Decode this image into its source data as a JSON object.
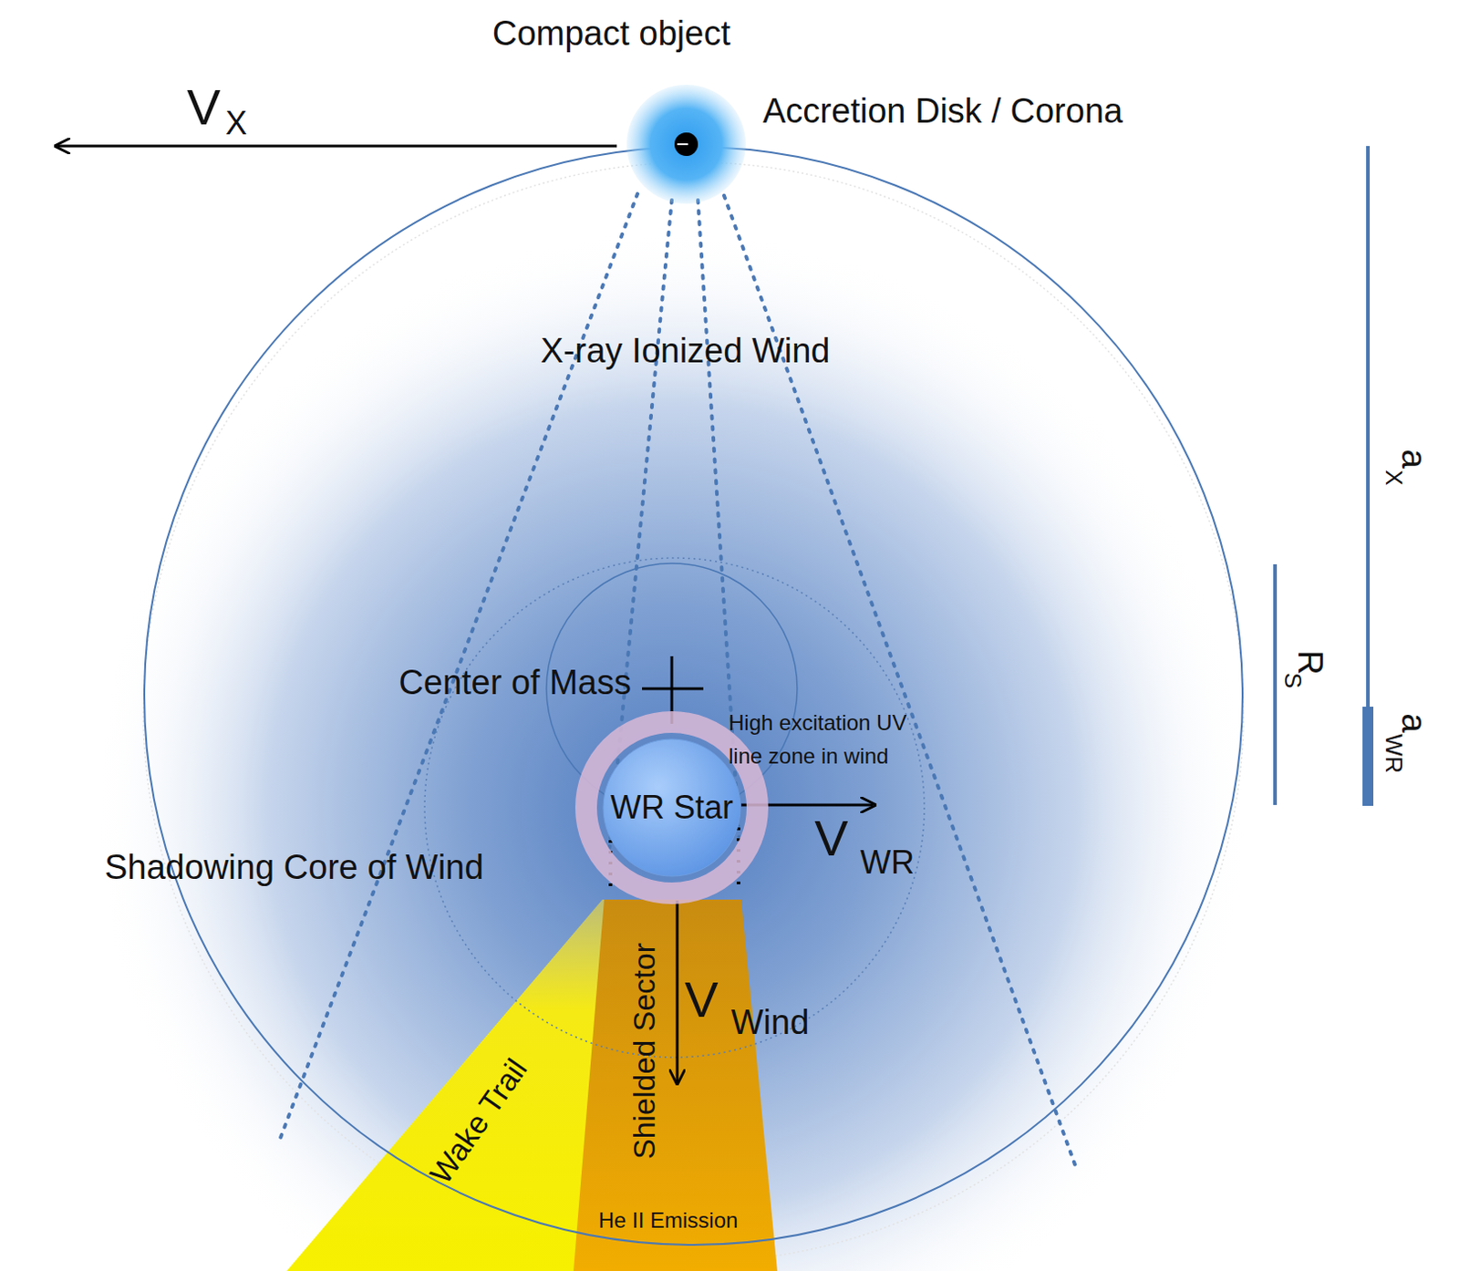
{
  "diagram": {
    "nodes": [
      {
        "text": [
          "WR Star"
        ]
      }
    ],
    "labels": [
      "Compact object",
      "Accretion Disk / Corona",
      "V",
      "X",
      "X-ray Ionized Wind",
      "Center of Mass",
      "High excitation UV line zone in wind",
      "Shadowing Core of Wind",
      "V",
      "WR",
      "V",
      "Wind",
      "Wake Trail",
      "Shielded Sector",
      "He II Emission",
      "a",
      "X",
      "R",
      "S",
      "a",
      "WR"
    ]
  }
}
